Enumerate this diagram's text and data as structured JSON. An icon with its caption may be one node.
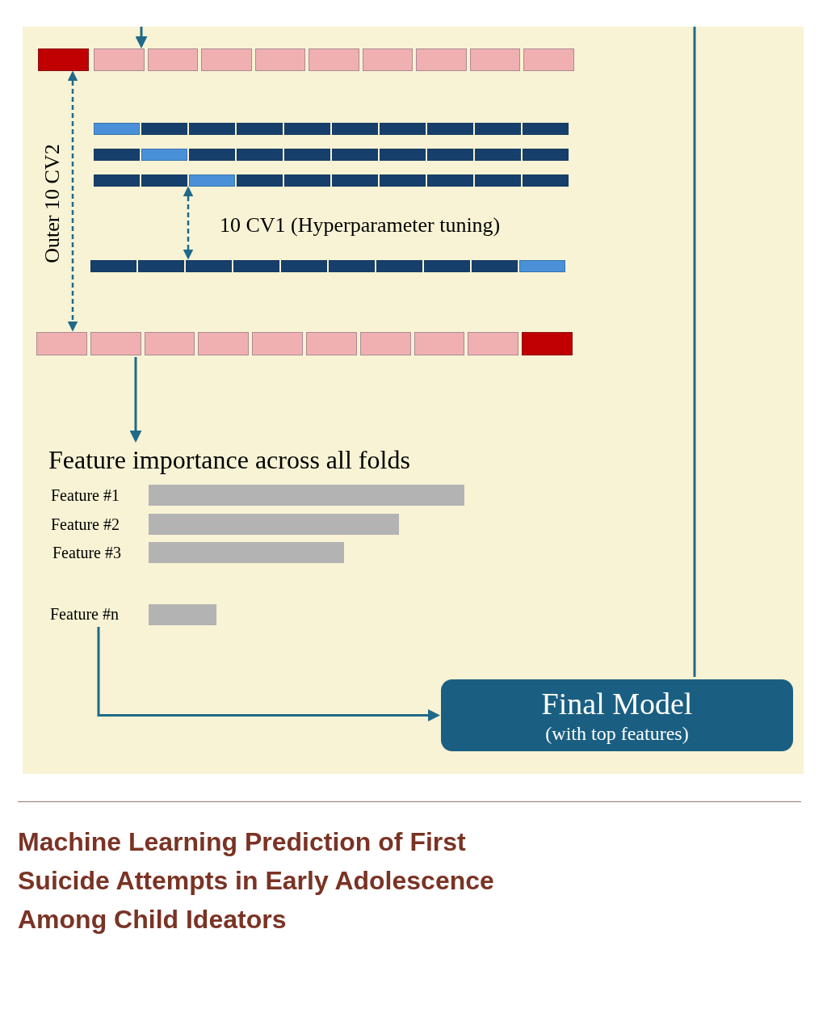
{
  "diagram": {
    "title": "Machine Learning Prediction of First Suicide Attempts in Early Adolescence Among Child Ideators",
    "nodes": [
      {
        "text": [],
        "shape": "box"
      },
      {
        "text": [],
        "shape": "box"
      },
      {
        "text": [],
        "shape": "box"
      },
      {
        "text": [],
        "shape": "box"
      },
      {
        "text": [],
        "shape": "box"
      },
      {
        "text": [],
        "shape": "box"
      },
      {
        "text": [],
        "shape": "box"
      },
      {
        "text": [],
        "shape": "box"
      },
      {
        "text": [],
        "shape": "box"
      },
      {
        "text": [],
        "shape": "box"
      },
      {
        "text": [],
        "shape": "box"
      },
      {
        "text": [],
        "shape": "box"
      },
      {
        "text": [],
        "shape": "box"
      },
      {
        "text": [],
        "shape": "box"
      },
      {
        "text": [],
        "shape": "box"
      },
      {
        "text": [],
        "shape": "box"
      },
      {
        "text": [],
        "shape": "box"
      },
      {
        "text": [],
        "shape": "box"
      },
      {
        "text": [],
        "shape": "box"
      },
      {
        "text": [],
        "shape": "box"
      },
      {
        "text": [],
        "shape": "box"
      },
      {
        "text": [],
        "shape": "box"
      },
      {
        "text": [],
        "shape": "box"
      },
      {
        "text": [],
        "shape": "box"
      },
      {
        "text": [],
        "shape": "box"
      },
      {
        "text": [],
        "shape": "box"
      },
      {
        "text": [],
        "shape": "box"
      },
      {
        "text": [],
        "shape": "box"
      },
      {
        "text": [],
        "shape": "box"
      },
      {
        "text": [],
        "shape": "box"
      },
      {
        "text": [],
        "shape": "box"
      },
      {
        "text": [],
        "shape": "box"
      },
      {
        "text": [],
        "shape": "box"
      },
      {
        "text": [],
        "shape": "box"
      },
      {
        "text": [],
        "shape": "box"
      },
      {
        "text": [],
        "shape": "box"
      },
      {
        "text": [],
        "shape": "box"
      },
      {
        "text": [],
        "shape": "box"
      },
      {
        "text": [],
        "shape": "box"
      },
      {
        "text": [],
        "shape": "box"
      },
      {
        "text": [],
        "shape": "box"
      },
      {
        "text": [],
        "shape": "box"
      },
      {
        "text": [],
        "shape": "box"
      },
      {
        "text": [],
        "shape": "box"
      },
      {
        "text": [],
        "shape": "box"
      },
      {
        "text": [],
        "shape": "box"
      },
      {
        "text": [],
        "shape": "box"
      },
      {
        "text": [],
        "shape": "box"
      },
      {
        "text": [],
        "shape": "box"
      },
      {
        "text": [],
        "shape": "box"
      },
      {
        "text": [],
        "shape": "box"
      },
      {
        "text": [],
        "shape": "box"
      },
      {
        "text": [],
        "shape": "box"
      },
      {
        "text": [],
        "shape": "box"
      },
      {
        "text": [],
        "shape": "box"
      },
      {
        "text": [],
        "shape": "box"
      },
      {
        "text": [],
        "shape": "box"
      },
      {
        "text": [],
        "shape": "box"
      },
      {
        "text": [],
        "shape": "box"
      },
      {
        "text": [],
        "shape": "box"
      },
      {
        "text": [
          "Feature importance across all folds"
        ]
      },
      {
        "text": [],
        "shape": "bar"
      },
      {
        "text": [],
        "shape": "bar"
      },
      {
        "text": [],
        "shape": "bar"
      },
      {
        "text": [
          "Feature #n"
        ]
      },
      {
        "text": [],
        "shape": "bar"
      },
      {
        "text": [
          "Final Model",
          "(with top features)"
        ]
      }
    ],
    "edges": [
      {
        "from": null,
        "to": 1,
        "arrow": "to"
      },
      {
        "from": 0,
        "to": 50,
        "arrow": "both",
        "style": "dashed"
      },
      {
        "from": 32,
        "to": 42,
        "arrow": "both",
        "style": "dashed"
      },
      {
        "from": 51,
        "to": 60,
        "arrow": "to"
      },
      {
        "from": 64,
        "to": 66,
        "arrow": "to"
      },
      {
        "from": null,
        "to": 66,
        "arrow": "none"
      }
    ],
    "labels": [
      "Outer 10 CV2",
      "10 CV1 (Hyperparameter tuning)",
      "Feature #1",
      "Feature #2",
      "Feature #3"
    ]
  }
}
